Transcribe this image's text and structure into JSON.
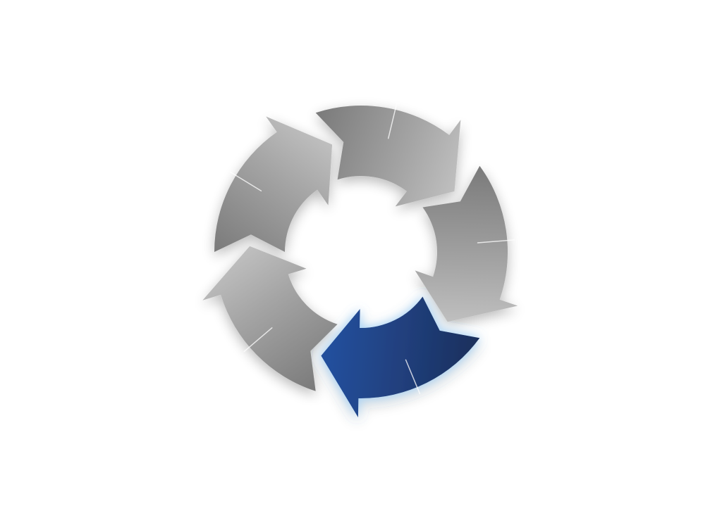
{
  "diagram": {
    "type": "cycle",
    "segment_count": 5,
    "highlighted_segment": 2,
    "segments": [
      {
        "id": "segment-1",
        "fill": "gray",
        "highlighted": false
      },
      {
        "id": "segment-2",
        "fill": "gray",
        "highlighted": false
      },
      {
        "id": "segment-3",
        "fill": "blue",
        "highlighted": true
      },
      {
        "id": "segment-4",
        "fill": "gray",
        "highlighted": false
      },
      {
        "id": "segment-5",
        "fill": "gray",
        "highlighted": false
      }
    ],
    "direction": "clockwise"
  },
  "colors": {
    "background": "#ffffff",
    "gray_light": "#c9c9c9",
    "gray_mid": "#a4a4a4",
    "gray_dark": "#7a7a7a",
    "blue_dark": "#1c2f5c",
    "blue_light": "#244f9c",
    "glow": "#9fd3ff"
  }
}
